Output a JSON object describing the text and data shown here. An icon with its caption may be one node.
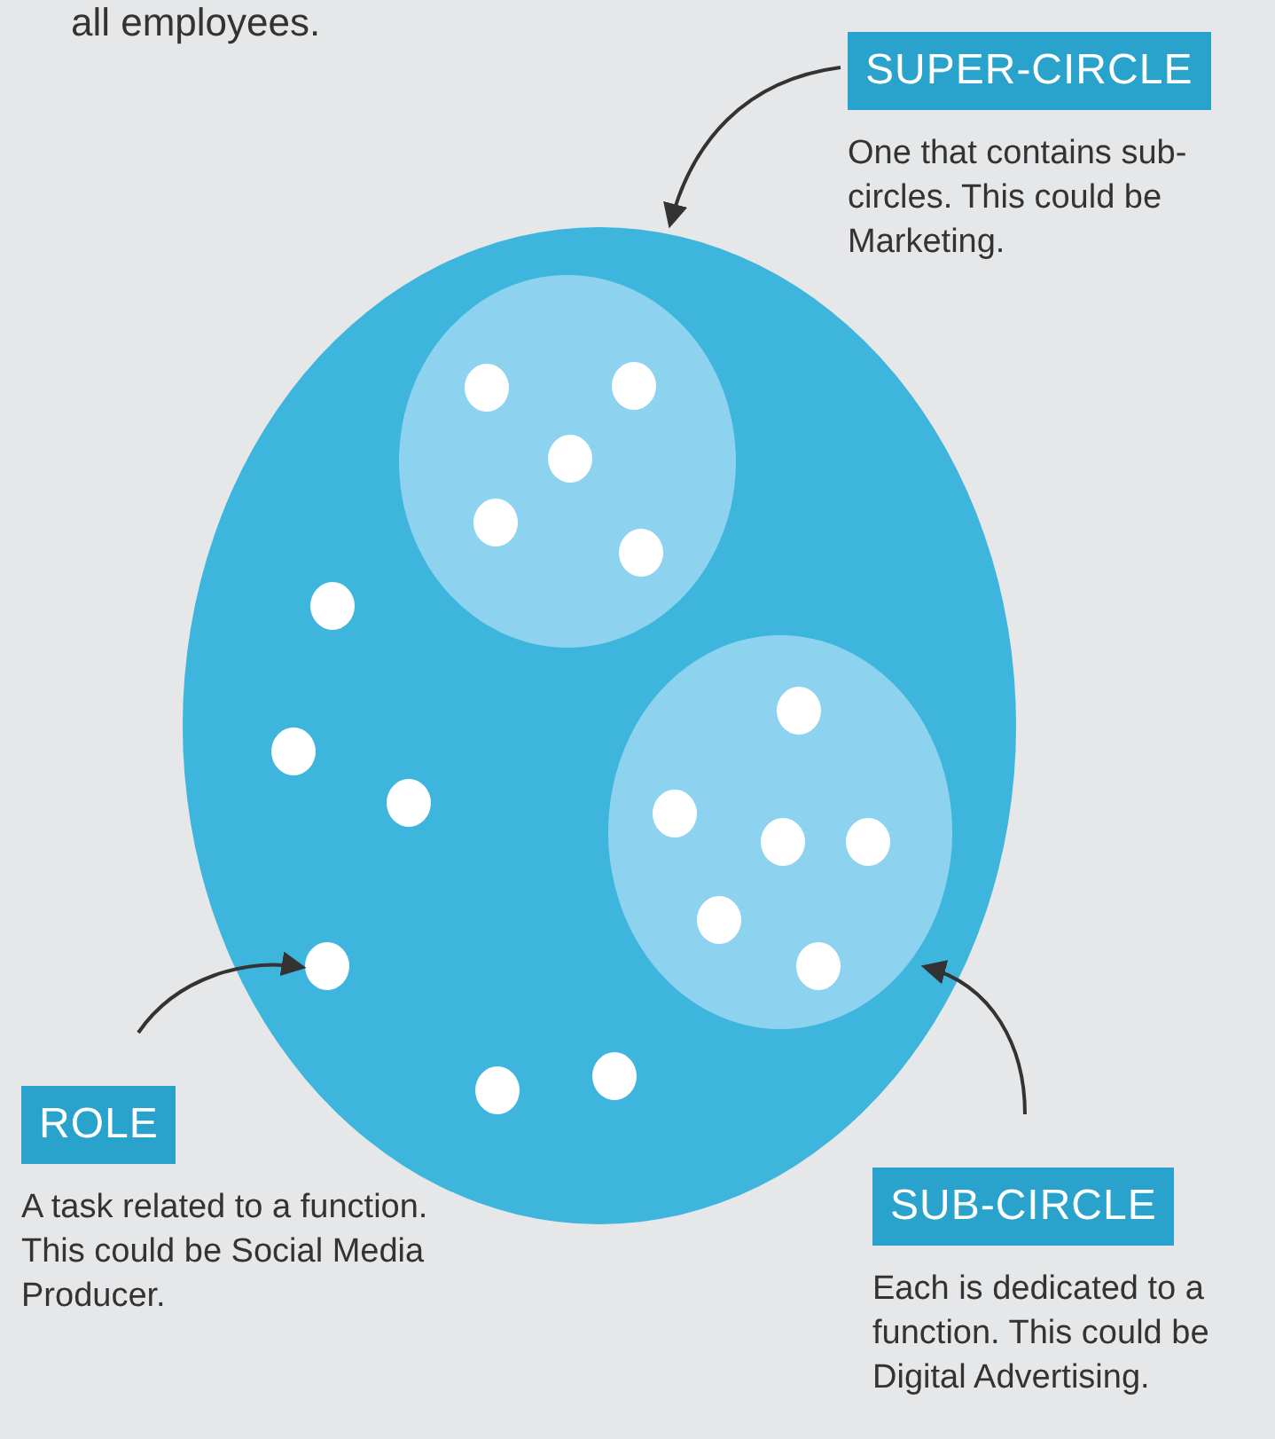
{
  "diagram": {
    "nodes": [
      {
        "text": [
          "SUPER-CIRCLE",
          "One that contains sub-circles. This could be Marketing."
        ]
      },
      {
        "text": [],
        "shape": "circle"
      },
      {
        "text": [],
        "shape": "circle",
        "in": 1
      },
      {
        "text": [],
        "shape": "circle",
        "in": 2
      },
      {
        "text": [],
        "shape": "circle",
        "in": 2
      },
      {
        "text": [],
        "shape": "circle",
        "in": 2
      },
      {
        "text": [],
        "shape": "circle",
        "in": 2
      },
      {
        "text": [],
        "shape": "circle",
        "in": 2
      },
      {
        "text": [],
        "shape": "circle",
        "in": 1
      },
      {
        "text": [],
        "shape": "circle",
        "in": 8
      },
      {
        "text": [],
        "shape": "circle",
        "in": 8
      },
      {
        "text": [],
        "shape": "circle",
        "in": 8
      },
      {
        "text": [],
        "shape": "circle",
        "in": 8
      },
      {
        "text": [],
        "shape": "circle",
        "in": 8
      },
      {
        "text": [],
        "shape": "circle",
        "in": 8
      },
      {
        "text": [],
        "shape": "circle",
        "in": 1
      },
      {
        "text": [],
        "shape": "circle",
        "in": 1
      },
      {
        "text": [],
        "shape": "circle",
        "in": 1
      },
      {
        "text": [],
        "shape": "circle",
        "in": 1
      },
      {
        "text": [],
        "shape": "circle",
        "in": 1
      },
      {
        "text": [],
        "shape": "circle",
        "in": 1
      },
      {
        "text": [
          "ROLE",
          "A task related to a function. This could be Social Media Producer."
        ]
      },
      {
        "text": [
          "SUB-CIRCLE",
          "Each is dedicated to a function. This could be Digital Advertising."
        ]
      }
    ],
    "edges": [
      {
        "from": 0,
        "to": 1,
        "arrow": "to"
      },
      {
        "from": 21,
        "to": 18,
        "arrow": "to"
      },
      {
        "from": 22,
        "to": 8,
        "arrow": "to"
      }
    ],
    "labels": [
      "all employees."
    ]
  }
}
